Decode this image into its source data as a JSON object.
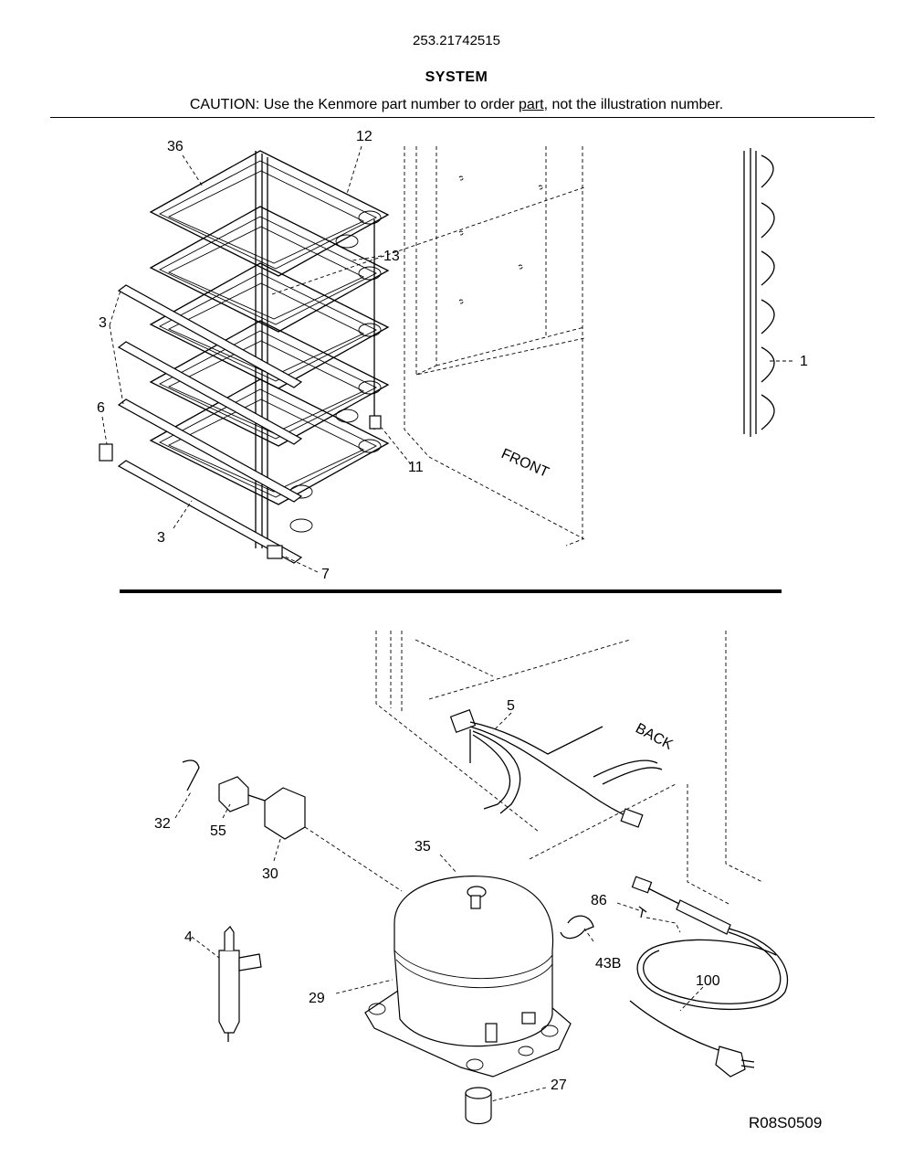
{
  "header": {
    "model_number": "253.21742515",
    "section_title": "SYSTEM",
    "caution_prefix": "CAUTION: Use the Kenmore part number to order ",
    "caution_link": "part",
    "caution_suffix": ", not the illustration number."
  },
  "diagram_id": "R08S0509",
  "orientation_labels": {
    "front": "FRONT",
    "back": "BACK"
  },
  "callouts": {
    "c36": "36",
    "c12": "12",
    "c13": "13",
    "c3a": "3",
    "c6": "6",
    "c1": "1",
    "c11": "11",
    "c3b": "3",
    "c7": "7",
    "c5": "5",
    "c32": "32",
    "c55": "55",
    "c30": "30",
    "c35": "35",
    "c86": "86",
    "c4": "4",
    "c43b": "43B",
    "c100": "100",
    "c29": "29",
    "c27": "27"
  }
}
